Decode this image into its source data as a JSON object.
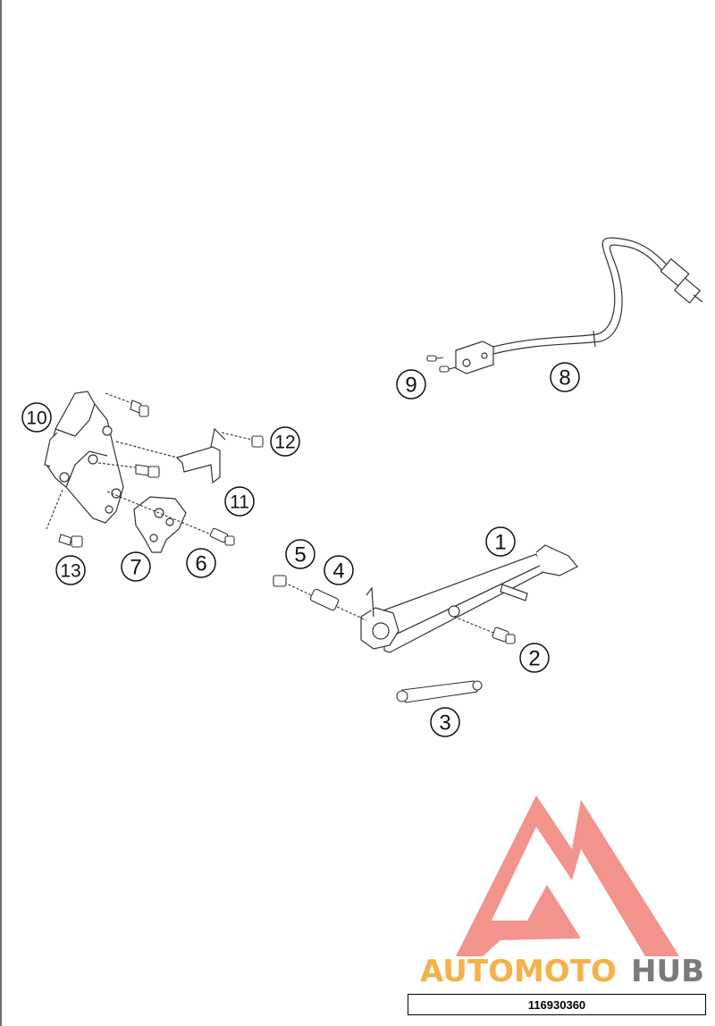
{
  "diagram": {
    "callouts": [
      {
        "id": "c1",
        "label": "1"
      },
      {
        "id": "c2",
        "label": "2"
      },
      {
        "id": "c3",
        "label": "3"
      },
      {
        "id": "c4",
        "label": "4"
      },
      {
        "id": "c5",
        "label": "5"
      },
      {
        "id": "c6",
        "label": "6"
      },
      {
        "id": "c7",
        "label": "7"
      },
      {
        "id": "c8",
        "label": "8"
      },
      {
        "id": "c9",
        "label": "9"
      },
      {
        "id": "c10",
        "label": "10"
      },
      {
        "id": "c11",
        "label": "11"
      },
      {
        "id": "c12",
        "label": "12"
      },
      {
        "id": "c13",
        "label": "13"
      }
    ],
    "part_number": "116930360"
  },
  "watermark": {
    "text_orange": "AUTOMOTO",
    "text_gray": "HUB",
    "colors": {
      "triangle": "#f08078",
      "orange": "#f5b14a",
      "gray": "#7a7a7a"
    }
  }
}
